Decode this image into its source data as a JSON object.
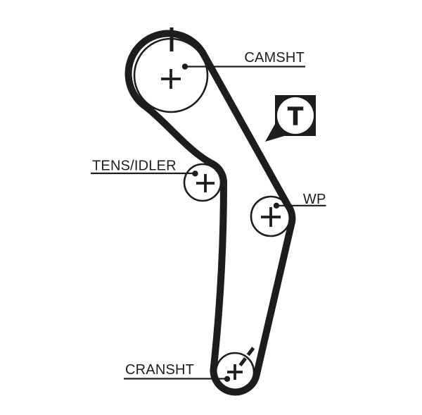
{
  "diagram": {
    "background_color": "#ffffff",
    "ink_color": "#1d1d1b",
    "labels": {
      "camshaft": "CAMSHT",
      "tensioner_idler": "TENS/IDLER",
      "water_pump": "WP",
      "crankshaft": "CRANSHT"
    },
    "timing_badge": {
      "letter": "T"
    },
    "marker_glyphs": {
      "pulley_center": "+",
      "camshaft_timing_mark": "vertical-tick",
      "crankshaft_timing_mark": "dashed-diagonal-tick"
    }
  }
}
